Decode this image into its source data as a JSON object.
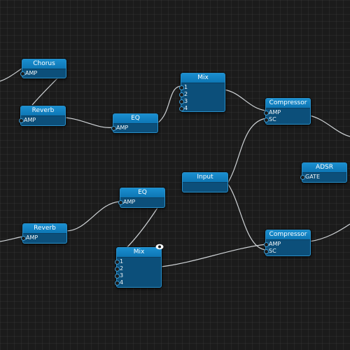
{
  "nodes": {
    "chorus": {
      "title": "Chorus",
      "ports": [
        "AMP"
      ]
    },
    "reverb1": {
      "title": "Reverb",
      "ports": [
        "AMP"
      ]
    },
    "eq1": {
      "title": "EQ",
      "ports": [
        "AMP"
      ]
    },
    "mix1": {
      "title": "Mix",
      "ports": [
        "1",
        "2",
        "3",
        "4"
      ]
    },
    "compressor1": {
      "title": "Compressor",
      "ports": [
        "AMP",
        "SC"
      ]
    },
    "input": {
      "title": "Input",
      "ports": []
    },
    "adsr": {
      "title": "ADSR",
      "ports": [
        "GATE"
      ]
    },
    "eq2": {
      "title": "EQ",
      "ports": [
        "AMP"
      ]
    },
    "reverb2": {
      "title": "Reverb",
      "ports": [
        "AMP"
      ]
    },
    "mix2": {
      "title": "Mix",
      "ports": [
        "1",
        "2",
        "3",
        "4"
      ]
    },
    "compressor2": {
      "title": "Compressor",
      "ports": [
        "AMP",
        "SC"
      ]
    }
  },
  "icons": {
    "visibility": "eye-icon"
  },
  "colors": {
    "background": "#1b1b1b",
    "node_header": "#1283c4",
    "node_body": "#0c4f7a",
    "wire": "#cfd3d6"
  }
}
